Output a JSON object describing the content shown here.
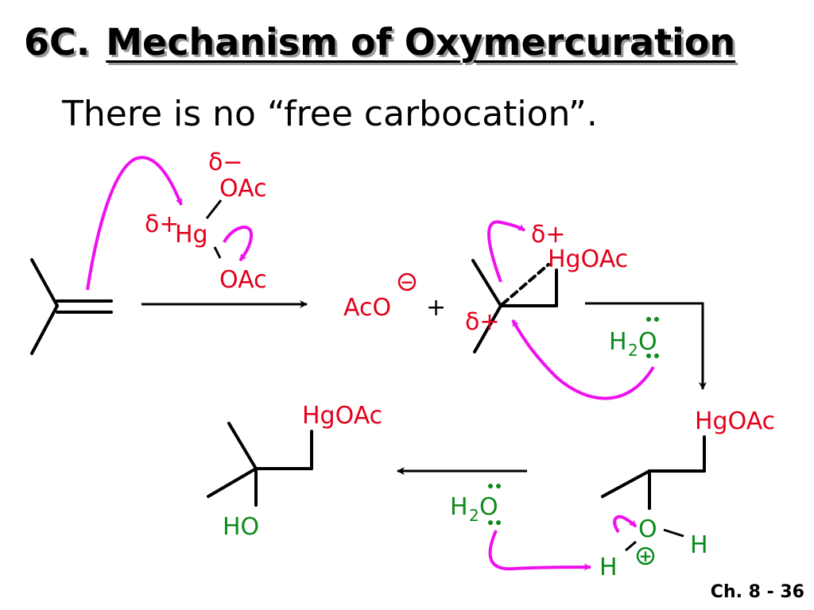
{
  "header": {
    "section": "6C.",
    "title": "Mechanism of Oxymercuration"
  },
  "subtitle": "There is no “free carbocation”.",
  "footer": "Ch. 8 - 36",
  "labels": {
    "delta_minus": "δ−",
    "delta_plus": "δ+",
    "oac": "OAc",
    "hg": "Hg",
    "hgoac": "HgOAc",
    "aco": "AcO",
    "plus": "+",
    "minus_charge": "−",
    "plus_charge": "+",
    "h2o_h": "H",
    "h2o_sub": "2",
    "o": "O",
    "h": "H",
    "ho": "HO"
  },
  "colors": {
    "reagent": "#e4001b",
    "water": "#0d8a1c",
    "curved_arrow": "#ee11ee",
    "bond": "#000000"
  }
}
